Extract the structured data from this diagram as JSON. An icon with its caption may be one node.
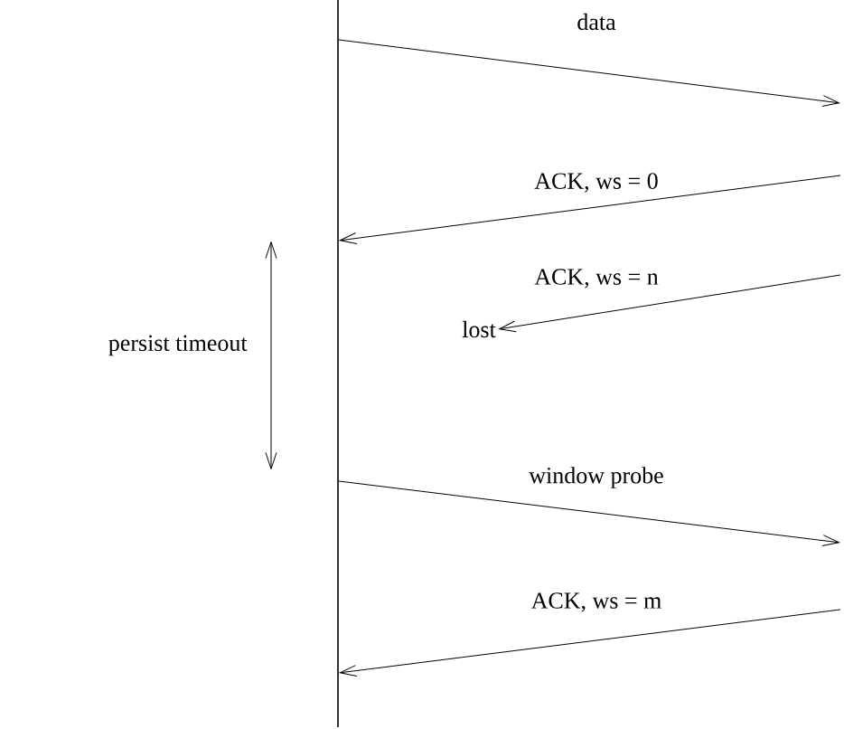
{
  "diagram": {
    "nodes": [
      {
        "text": [],
        "shape": "bar"
      },
      {
        "text": [
          "lost"
        ]
      }
    ],
    "edges": [
      {
        "from": 0,
        "to": null,
        "arrow": "to",
        "label": "data"
      },
      {
        "from": null,
        "to": 0,
        "arrow": "to",
        "label": "ACK, ws = 0"
      },
      {
        "from": null,
        "to": 1,
        "arrow": "to",
        "label": "ACK, ws = n"
      },
      {
        "from": 0,
        "to": null,
        "arrow": "to",
        "label": "window probe"
      },
      {
        "from": null,
        "to": 0,
        "arrow": "to",
        "label": "ACK, ws = m"
      }
    ],
    "labels": [
      "persist timeout"
    ]
  }
}
